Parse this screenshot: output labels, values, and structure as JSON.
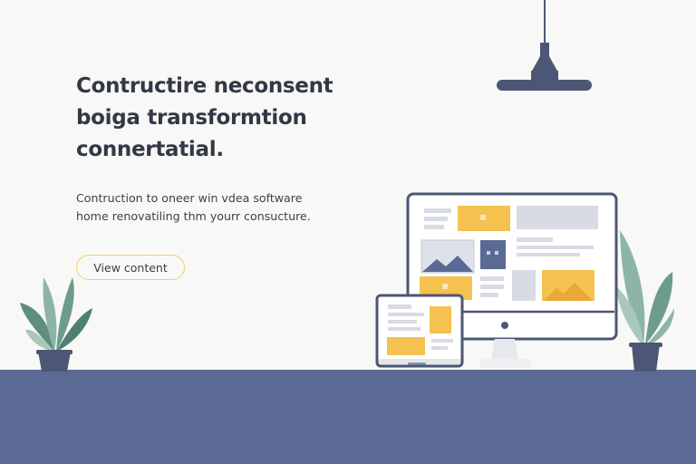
{
  "hero": {
    "headline_lines": [
      "Contructire neconsent",
      "boiga transformtion",
      "connertatial."
    ],
    "subtext_lines": [
      "Contruction to oneer win vdea software",
      "home renovatiling thm yourr consucture."
    ],
    "cta_label": "View content"
  },
  "colors": {
    "background": "#f8f8f6",
    "floor": "#5a6a94",
    "accent_yellow": "#f5c14f",
    "button_border": "#f1cf73",
    "dark_slate": "#4c5675",
    "plant_green": "#6e9c8c",
    "placeholder_gray": "#d8dbe3"
  },
  "illustration": {
    "icons": [
      "hanging-lamp-icon",
      "potted-plant-icon",
      "monitor-icon",
      "tablet-icon",
      "landscape-image-icon"
    ]
  }
}
